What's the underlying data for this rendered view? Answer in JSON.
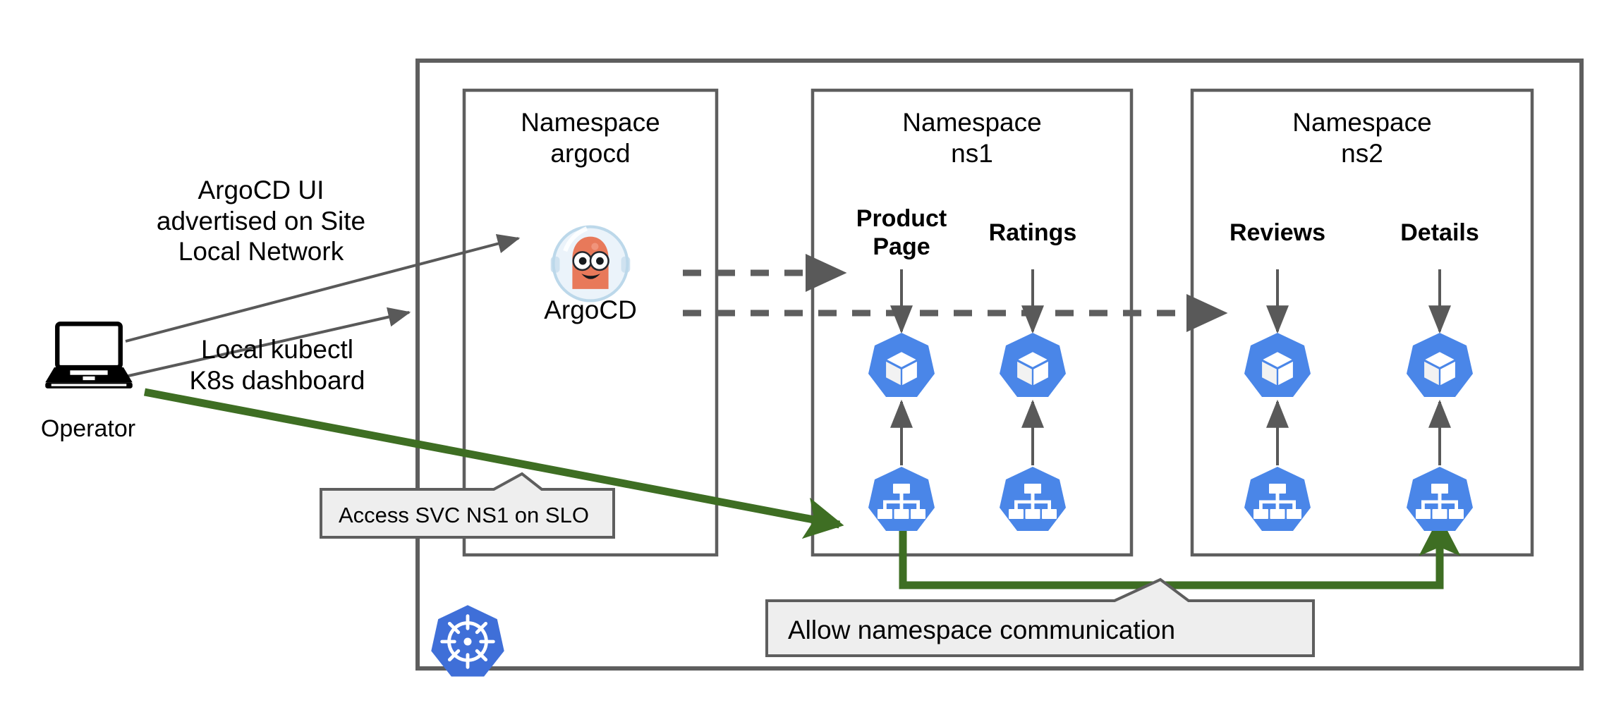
{
  "diagram": {
    "title": "Kubernetes multi-namespace ArgoCD deployment diagram",
    "colors": {
      "box_border": "#5e5e5e",
      "k8s_blue": "#3f6fd8",
      "k8s_blue_light": "#4a86e8",
      "green_flow": "#3e6e23",
      "gray_arrow": "#595959",
      "callout_fill": "#eeeeee",
      "argocd_skin": "#e8795a",
      "argocd_helmet": "#dbeaf5"
    }
  },
  "actor": {
    "name": "Operator",
    "icon": "laptop-icon"
  },
  "annotations": {
    "argocd_ui": "ArgoCD UI\nadvertised on Site\nLocal Network",
    "kubectl": "Local kubectl\nK8s dashboard"
  },
  "cluster": {
    "logo_icon": "kubernetes-helm-icon",
    "namespaces": [
      {
        "title_line1": "Namespace",
        "title_line2": "argocd",
        "name": "argocd",
        "components": [
          {
            "label": "ArgoCD",
            "icon": "argocd-mascot-icon",
            "label_position": "below"
          }
        ]
      },
      {
        "title_line1": "Namespace",
        "title_line2": "ns1",
        "name": "ns1",
        "components": [
          {
            "label": "Product\nPage",
            "pod_icon": "k8s-pod-icon",
            "service_icon": "k8s-service-icon"
          },
          {
            "label": "Ratings",
            "pod_icon": "k8s-pod-icon",
            "service_icon": "k8s-service-icon"
          }
        ]
      },
      {
        "title_line1": "Namespace",
        "title_line2": "ns2",
        "name": "ns2",
        "components": [
          {
            "label": "Reviews",
            "pod_icon": "k8s-pod-icon",
            "service_icon": "k8s-service-icon"
          },
          {
            "label": "Details",
            "pod_icon": "k8s-pod-icon",
            "service_icon": "k8s-service-icon"
          }
        ]
      }
    ]
  },
  "callouts": [
    {
      "text": "Access SVC NS1 on SLO",
      "id": "access-svc-ns1-on-slo"
    },
    {
      "text": "Allow namespace communication",
      "id": "allow-namespace-communication"
    }
  ],
  "flows": [
    {
      "id": "argocd-ui-access",
      "style": "solid-gray",
      "from": "Operator",
      "to": "argocd namespace"
    },
    {
      "id": "kubectl-access",
      "style": "solid-gray",
      "from": "Operator",
      "to": "cluster"
    },
    {
      "id": "argocd-sync-ns1",
      "style": "dashed-gray",
      "from": "ArgoCD",
      "to": "Product Page"
    },
    {
      "id": "argocd-sync-ns2",
      "style": "dashed-gray",
      "from": "ArgoCD",
      "to": "ns2"
    },
    {
      "id": "operator-access-svc-ns1",
      "style": "solid-green",
      "from": "Operator",
      "to": "ns1 Product Page service"
    },
    {
      "id": "ns1-to-ns2-communication",
      "style": "solid-green",
      "from": "ns1 Product Page service",
      "to": "ns2 Details service"
    }
  ]
}
